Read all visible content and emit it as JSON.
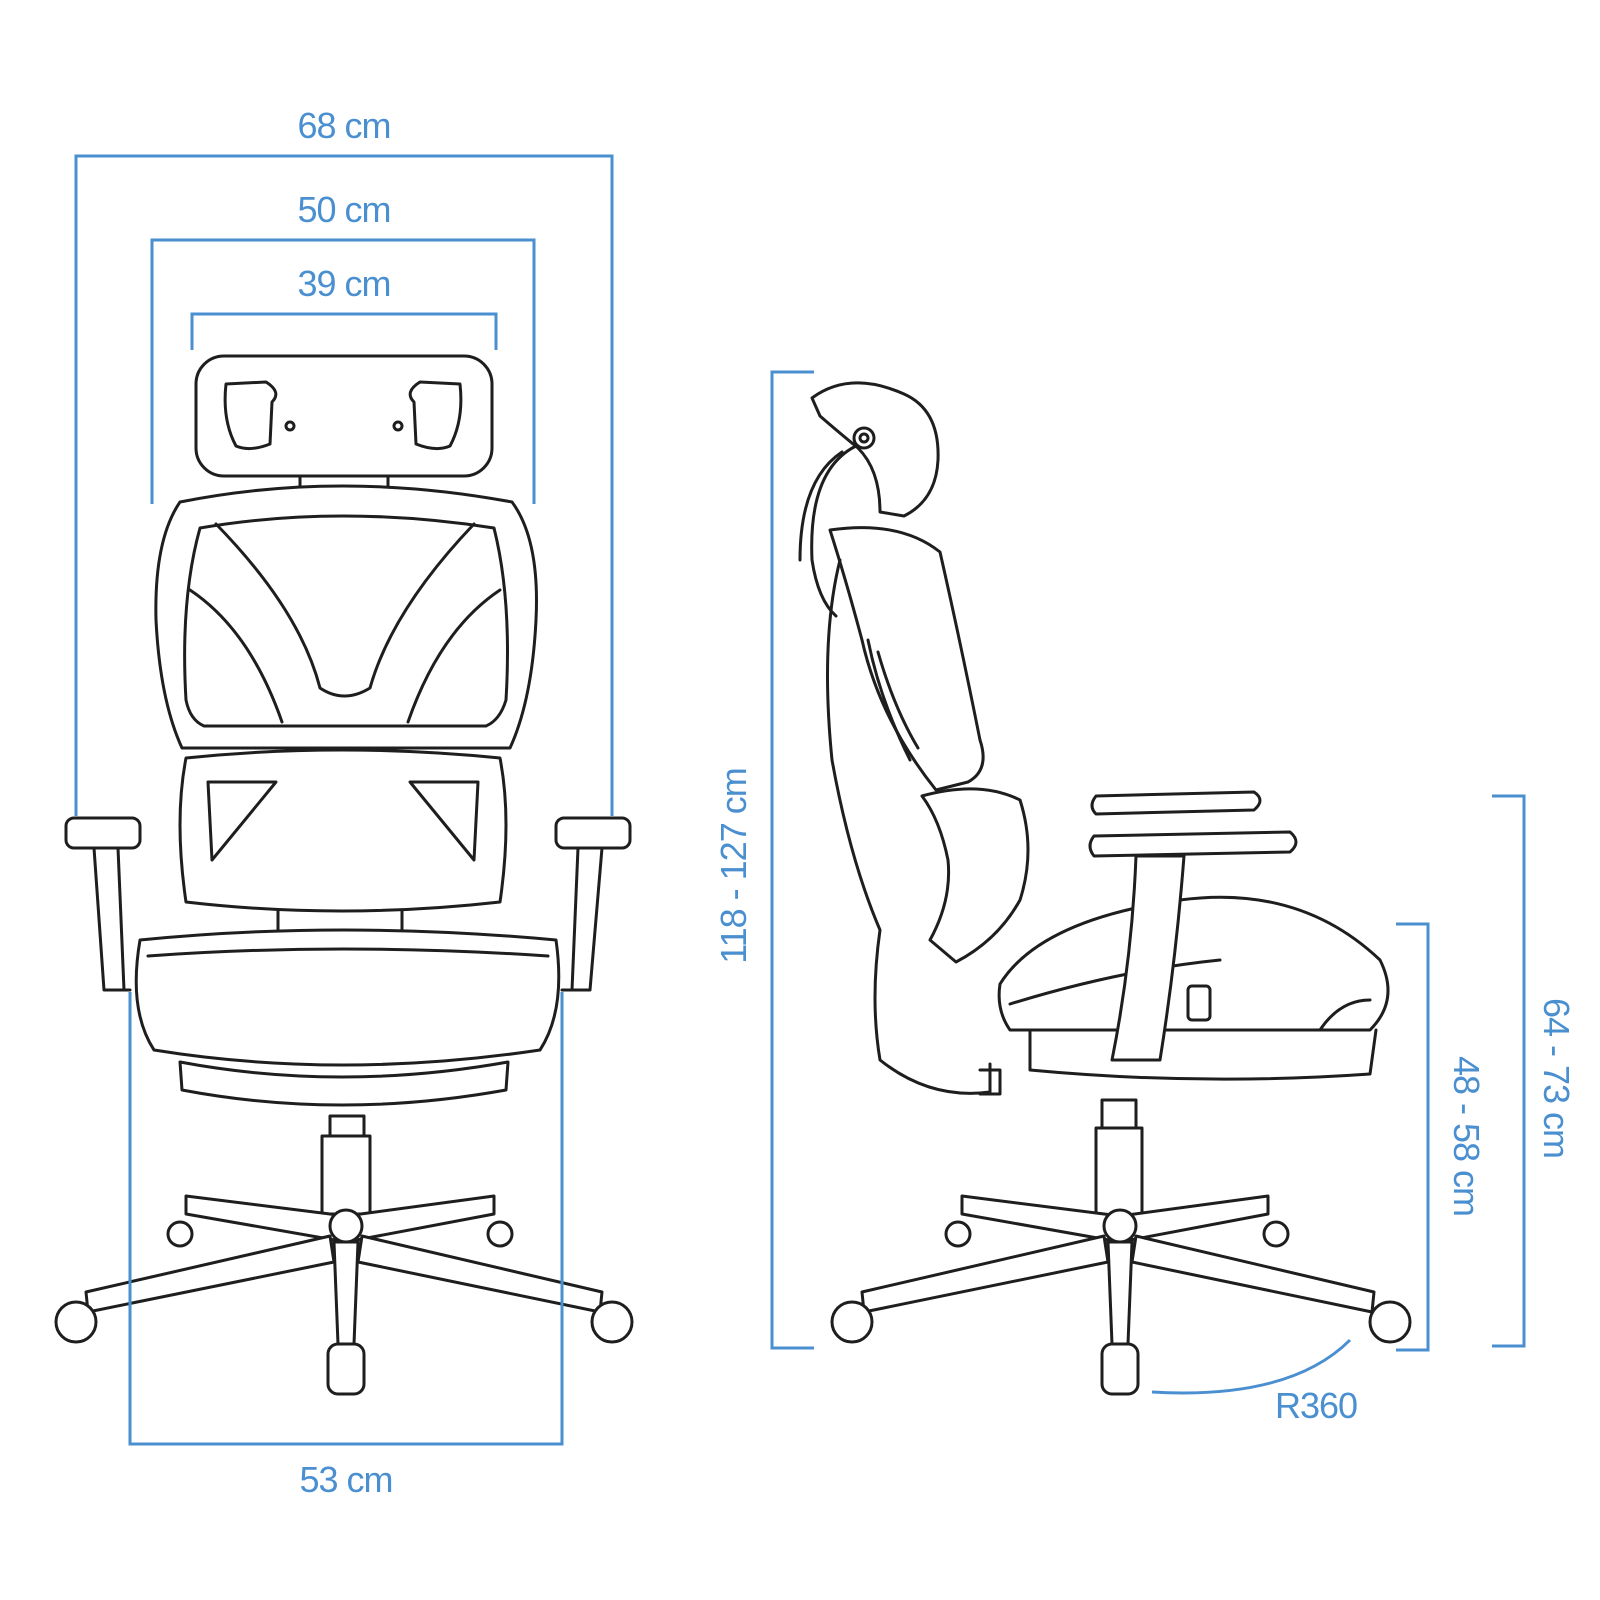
{
  "colors": {
    "dimension": "#4a8fd0",
    "line_art": "#1e1e1e",
    "background": "#ffffff"
  },
  "front_view": {
    "overall_width": "68 cm",
    "back_width": "50 cm",
    "headrest_width": "39 cm",
    "base_width": "53 cm"
  },
  "side_view": {
    "total_height": "118 - 127 cm",
    "seat_height": "48 - 58 cm",
    "armrest_height": "64 - 73 cm",
    "swivel": "R360"
  }
}
